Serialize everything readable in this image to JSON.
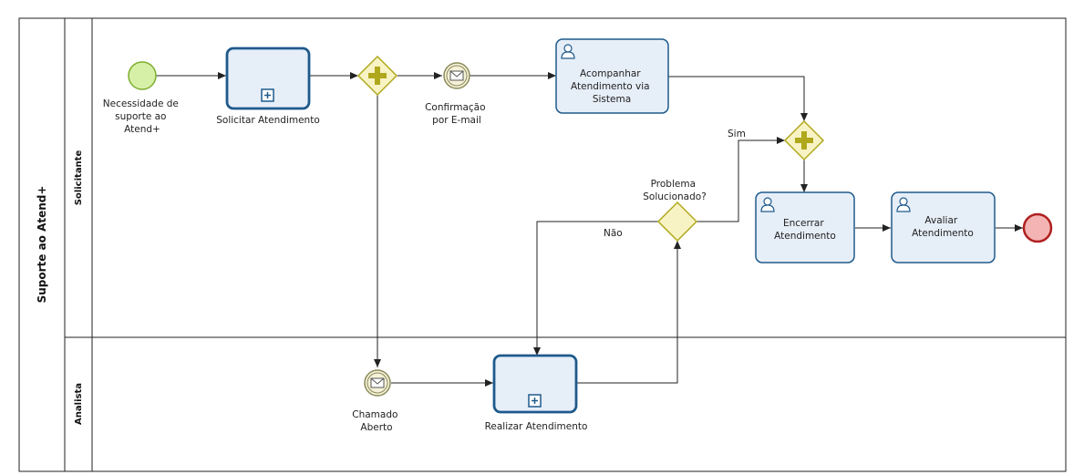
{
  "pool": {
    "name": "Suporte ao Atend+"
  },
  "lanes": [
    {
      "name": "Solicitante"
    },
    {
      "name": "Analista"
    }
  ],
  "events": {
    "start": {
      "lines": [
        "Necessidade  de",
        "suporte ao",
        "Atend+"
      ]
    },
    "email_confirmation": {
      "lines": [
        "Confirmação",
        "por E-mail"
      ]
    },
    "ticket_opened": {
      "lines": [
        "Chamado",
        "Aberto"
      ]
    }
  },
  "tasks": {
    "request_support": {
      "lines": [
        "Solicitar Atendimento"
      ]
    },
    "track_support": {
      "lines": [
        "Acompanhar",
        "Atendimento via",
        "Sistema"
      ]
    },
    "close_support": {
      "lines": [
        "Encerrar",
        "Atendimento"
      ]
    },
    "evaluate_support": {
      "lines": [
        "Avaliar",
        "Atendimento"
      ]
    },
    "perform_support": {
      "lines": [
        "Realizar Atendimento"
      ]
    }
  },
  "gateways": {
    "solved_question": {
      "lines": [
        "Problema",
        "Solucionado?"
      ]
    }
  },
  "flows": {
    "yes_label": "Sim",
    "no_label": "Não"
  },
  "colors": {
    "task_fill": "#e6eef8",
    "task_stroke": "#1e5a8c",
    "gateway_fill": "#f8f3c4",
    "gateway_stroke": "#b0a81c",
    "start_fill": "#d7f0a8",
    "start_stroke": "#7cae2c",
    "end_fill": "#f4b4b4",
    "end_stroke": "#b02020",
    "message_event_stroke": "#8a8a5a"
  }
}
